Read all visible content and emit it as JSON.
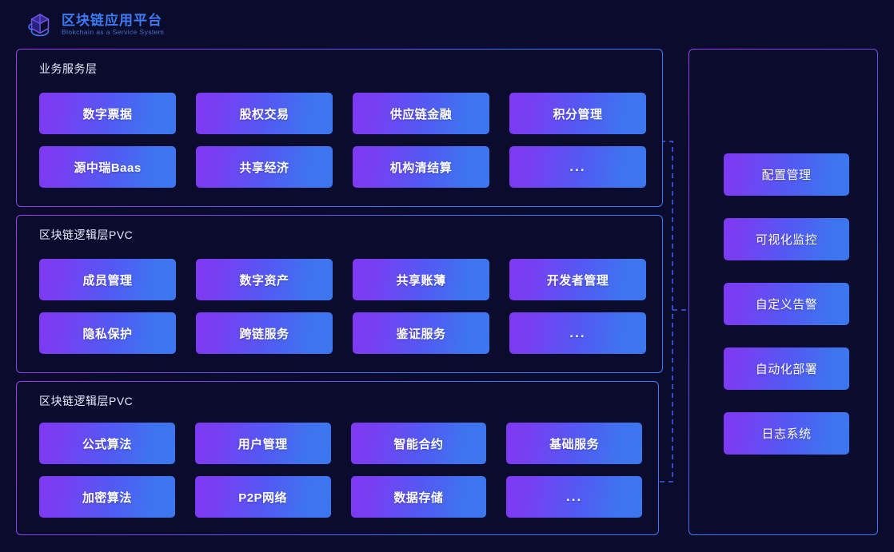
{
  "brand": {
    "logo_icon": "cube-cloud-icon",
    "title": "区块链应用平台",
    "subtitle": "Blokchain as a Service System",
    "title_color": "#3d7bf5",
    "subtitle_color": "#3e74c8"
  },
  "theme": {
    "background": "#0b0b2e",
    "border_gradient_start": "#9c3bf0",
    "border_gradient_end": "#3d7bf5",
    "tile_gradient_start": "#7f38f2",
    "tile_gradient_end": "#3c77ee",
    "connector_color": "#3d5bf0"
  },
  "layers": [
    {
      "title": "业务服务层",
      "tiles": [
        "数字票据",
        "股权交易",
        "供应链金融",
        "积分管理",
        "源中瑞Baas",
        "共享经济",
        "机构清结算",
        "..."
      ]
    },
    {
      "title": "区块链逻辑层PVC",
      "tiles": [
        "成员管理",
        "数字资产",
        "共享账薄",
        "开发者管理",
        "隐私保护",
        "跨链服务",
        "鉴证服务",
        "..."
      ]
    },
    {
      "title": "区块链逻辑层PVC",
      "tiles": [
        "公式算法",
        "用户管理",
        "智能合约",
        "基础服务",
        "加密算法",
        "P2P网络",
        "数据存储",
        "..."
      ]
    }
  ],
  "side_panel": {
    "items": [
      "配置管理",
      "可视化监控",
      "自定义告警",
      "自动化部署",
      "日志系统"
    ]
  }
}
